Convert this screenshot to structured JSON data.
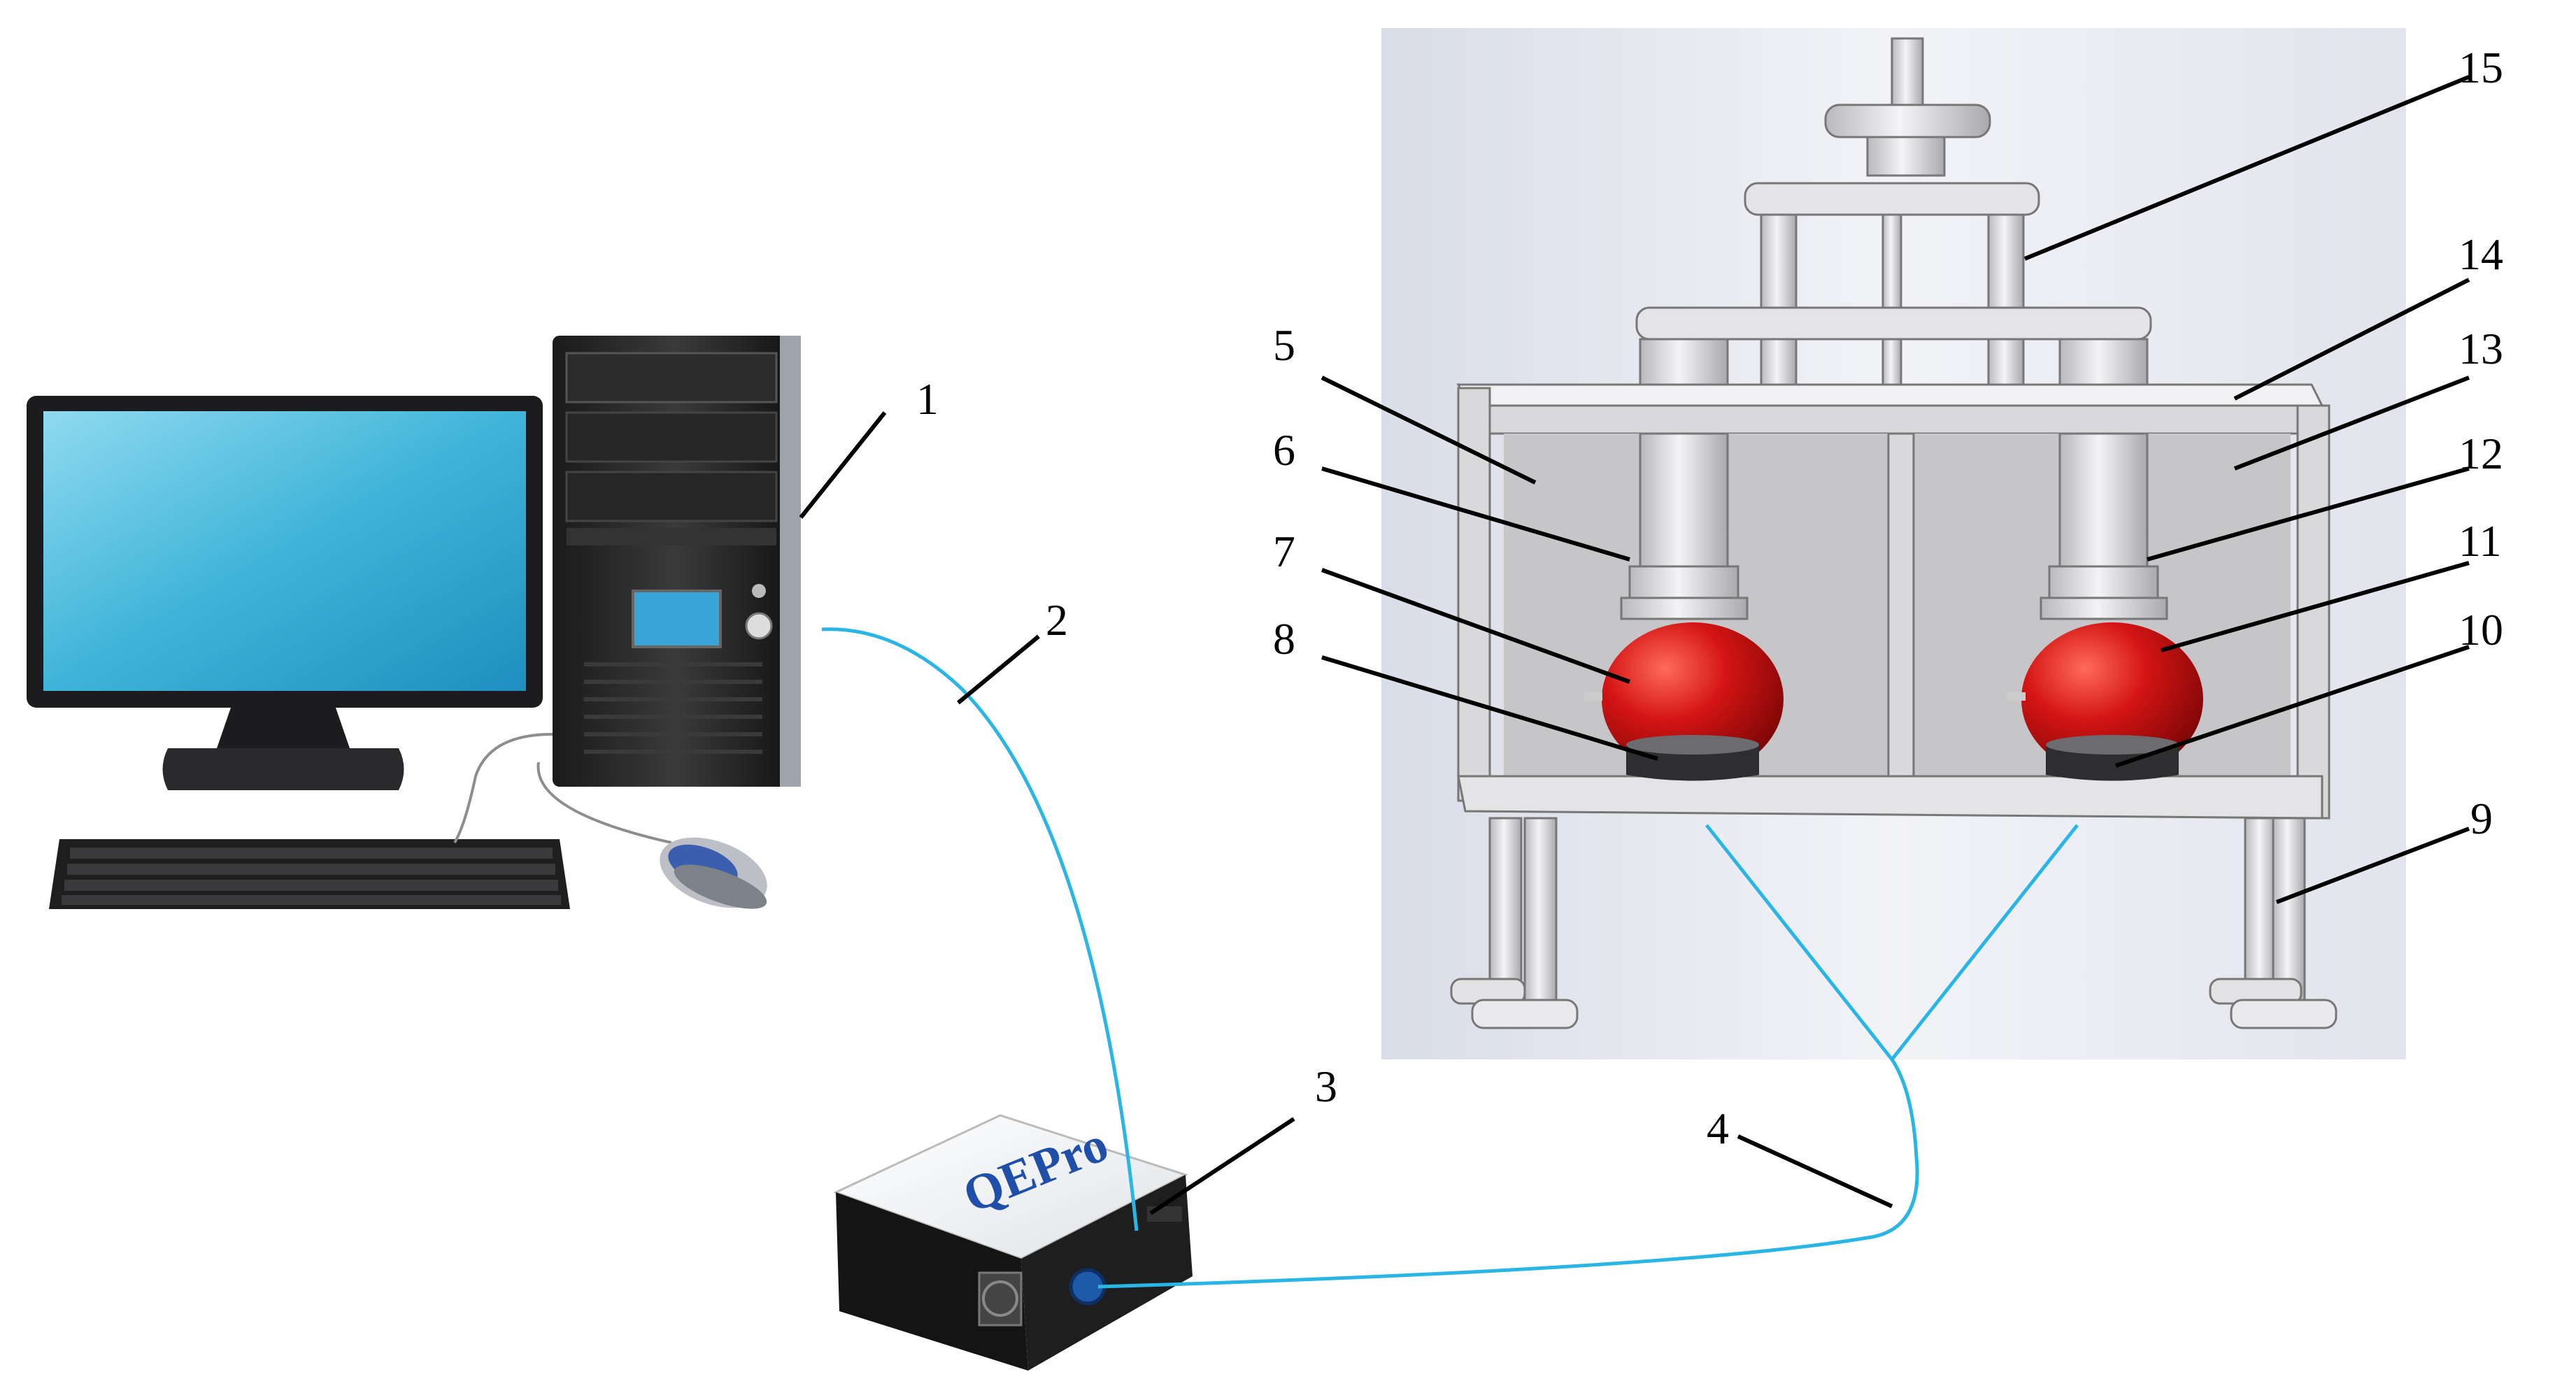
{
  "diagram": {
    "callouts": [
      {
        "id": "1",
        "text": "1"
      },
      {
        "id": "2",
        "text": "2"
      },
      {
        "id": "3",
        "text": "3"
      },
      {
        "id": "4",
        "text": "4"
      },
      {
        "id": "5",
        "text": "5"
      },
      {
        "id": "6",
        "text": "6"
      },
      {
        "id": "7",
        "text": "7"
      },
      {
        "id": "8",
        "text": "8"
      },
      {
        "id": "9",
        "text": "9"
      },
      {
        "id": "10",
        "text": "10"
      },
      {
        "id": "11",
        "text": "11"
      },
      {
        "id": "12",
        "text": "12"
      },
      {
        "id": "13",
        "text": "13"
      },
      {
        "id": "14",
        "text": "14"
      },
      {
        "id": "15",
        "text": "15"
      }
    ],
    "spectrometer_brand": "QEPro",
    "colors": {
      "fiber": "#29b6e6",
      "monitor_screen": "#3fb4d8",
      "fruit": "#d41414",
      "frame_gray": "#c9c9c9",
      "background_panel": "#e2e6ee",
      "spectrometer_body": "#141414"
    }
  }
}
